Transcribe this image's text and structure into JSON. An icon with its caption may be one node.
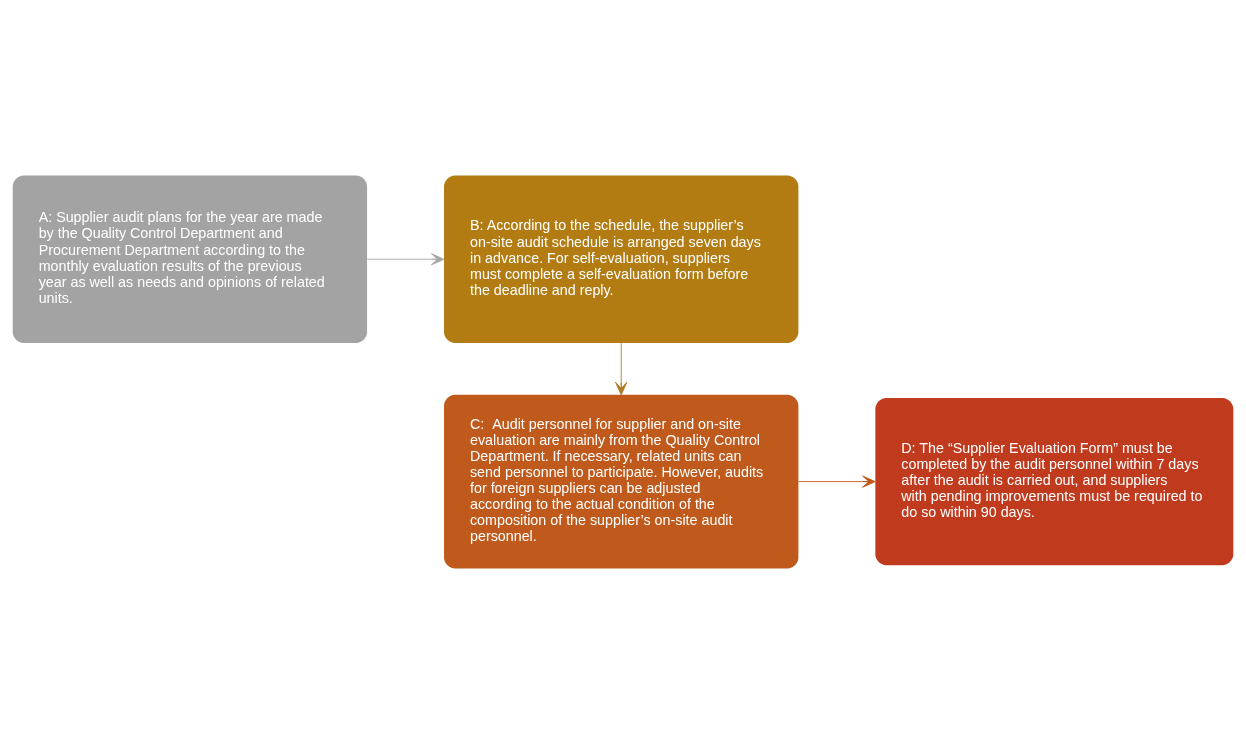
{
  "diagram": {
    "nodes": [
      {
        "text": [
          "A: Supplier audit plans for the year are made by the Quality Control Department and Procurement Department according to the monthly evaluation results of the previous year as well as needs and opinions of related units."
        ]
      },
      {
        "text": [
          "B: According to the schedule, the supplier’s on-site audit schedule is arranged seven days in advance. For self-evaluation, suppliers must complete a self-evaluation form before the deadline and reply."
        ]
      },
      {
        "text": [
          "C:  Audit personnel for supplier and on-site evaluation are mainly from the Quality Control Department. If necessary, related units can send personnel to participate. However, audits for foreign suppliers can be adjusted according to the actual condition of the composition of the supplier’s on-site audit personnel."
        ]
      },
      {
        "text": [
          "D: The “Supplier Evaluation Form” must be completed by the audit personnel within 7 days after the audit is carried out, and suppliers with pending improvements must be required to do so within 90 days."
        ]
      }
    ],
    "edges": [
      {
        "from": 0,
        "to": 1,
        "arrow": "to",
        "color": "#a6a6a6"
      },
      {
        "from": 1,
        "to": 2,
        "arrow": "to",
        "color": "#b07a20"
      },
      {
        "from": 2,
        "to": 3,
        "arrow": "to",
        "color": "#c0561a"
      }
    ]
  }
}
